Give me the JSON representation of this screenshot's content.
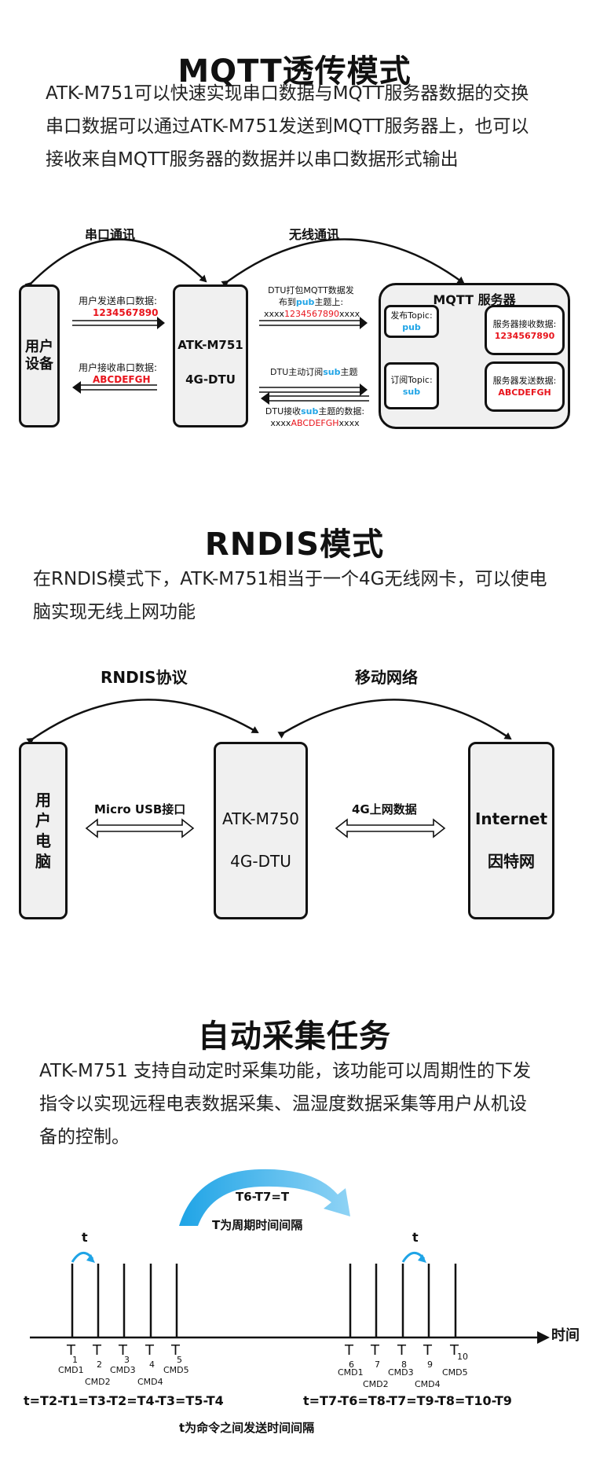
{
  "mqtt": {
    "title": "MQTT透传模式",
    "desc": [
      "ATK-M751可以快速实现串口数据与MQTT服务器数据的交换",
      "串口数据可以通过ATK-M751发送到MQTT服务器上，也可以",
      "接收来自MQTT服务器的数据并以串口数据形式输出"
    ],
    "left_arc_label": "串口通讯",
    "right_arc_label": "无线通讯",
    "user_device": [
      "用户",
      "设备"
    ],
    "send_label": "用户发送串口数据:",
    "send_value": "1234567890",
    "recv_label": "用户接收串口数据:",
    "recv_value": "ABCDEFGH",
    "dtu": [
      "ATK-M751",
      "4G-DTU"
    ],
    "pub_caption_1": "DTU打包MQTT数据发",
    "pub_caption_2a": "布到",
    "pub_caption_2b": "pub",
    "pub_caption_2c": "主题上:",
    "pub_caption_3a": "xxxx",
    "pub_caption_3b": "1234567890",
    "pub_caption_3c": "xxxx",
    "sub_caption_a": "DTU主动订阅",
    "sub_caption_b": "sub",
    "sub_caption_c": "主题",
    "subrecv_caption_1a": "DTU接收",
    "subrecv_caption_1b": "sub",
    "subrecv_caption_1c": "主题的数据:",
    "subrecv_caption_2a": "xxxx",
    "subrecv_caption_2b": "ABCDEFGH",
    "subrecv_caption_2c": "xxxx",
    "server_title": "MQTT 服务器",
    "pub_topic_label": "发布Topic:",
    "pub_topic_value": "pub",
    "sub_topic_label": "订阅Topic:",
    "sub_topic_value": "sub",
    "server_recv_label": "服务器接收数据:",
    "server_recv_value": "1234567890",
    "server_send_label": "服务器发送数据:",
    "server_send_value": "ABCDEFGH"
  },
  "rndis": {
    "title": "RNDIS模式",
    "desc": [
      "在RNDIS模式下，ATK-M751相当于一个4G无线网卡，可以使电",
      "脑实现无线上网功能"
    ],
    "left_arc_label": "RNDIS协议",
    "right_arc_label": "移动网络",
    "pc": [
      "用",
      "户",
      "电",
      "脑"
    ],
    "usb_label": "Micro USB接口",
    "dtu": [
      "ATK-M750",
      "4G-DTU"
    ],
    "net_label": "4G上网数据",
    "internet": [
      "Internet",
      "因特网"
    ]
  },
  "auto": {
    "title": "自动采集任务",
    "desc": [
      "ATK-M751 支持自动定时采集功能，该功能可以周期性的下发",
      "指令以实现远程电表数据采集、温湿度数据采集等用户从机设",
      "备的控制。"
    ],
    "period_label_1": "T6-T7=T",
    "period_label_2": "T为周期时间间隔",
    "t_small": "t",
    "axis_label": "时间",
    "ticks_left": [
      {
        "t": "T",
        "n": "1"
      },
      {
        "t": "T",
        "n": "2"
      },
      {
        "t": "T",
        "n": "3"
      },
      {
        "t": "T",
        "n": "4"
      },
      {
        "t": "T",
        "n": "5"
      }
    ],
    "ticks_right": [
      {
        "t": "T",
        "n": "6"
      },
      {
        "t": "T",
        "n": "7"
      },
      {
        "t": "T",
        "n": "8"
      },
      {
        "t": "T",
        "n": "9"
      },
      {
        "t": "T",
        "n": "10"
      }
    ],
    "cmd_left": [
      "CMD1",
      "CMD2",
      "CMD3",
      "CMD4",
      "CMD5"
    ],
    "cmd_right": [
      "CMD1",
      "CMD2",
      "CMD3",
      "CMD4",
      "CMD5"
    ],
    "eq_left": "t=T2-T1=T3-T2=T4-T3=T5-T4",
    "eq_right": "t=T7-T6=T8-T7=T9-T8=T10-T9",
    "footnote": "t为命令之间发送时间间隔"
  },
  "colors": {
    "red": "#e8141c",
    "blue": "#1fa4e6",
    "box_fill": "#f0f0f0"
  }
}
